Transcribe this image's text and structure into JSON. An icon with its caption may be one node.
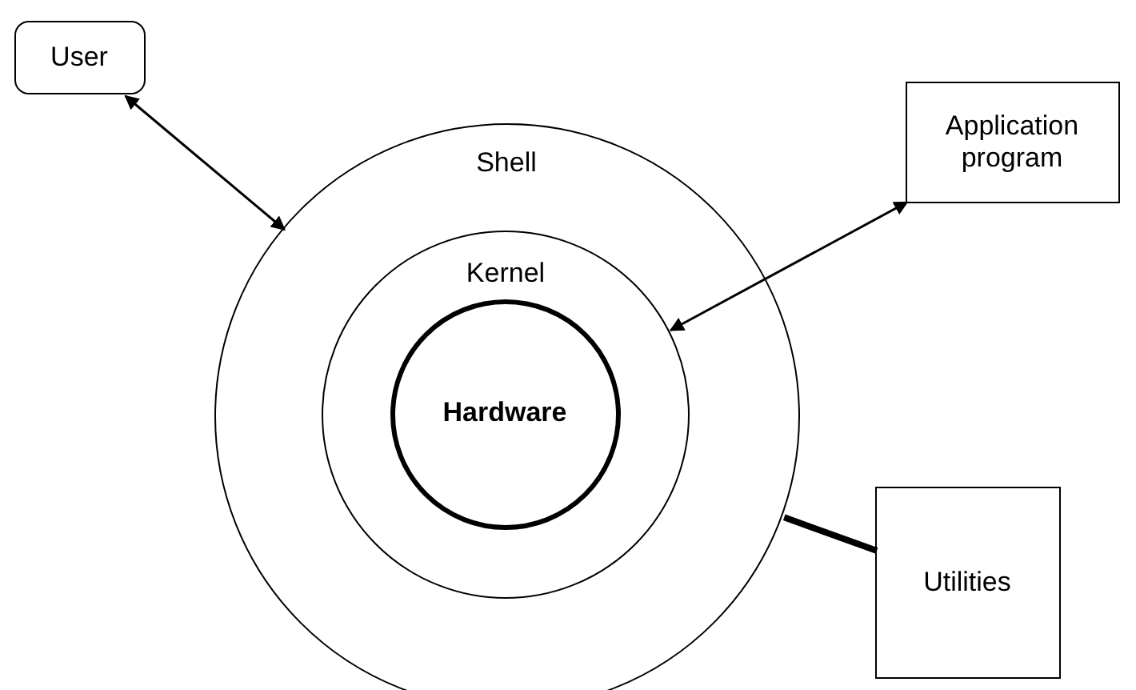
{
  "diagram": {
    "nodes": [
      {
        "text": [
          "User"
        ]
      },
      {
        "text": [
          "Shell"
        ]
      },
      {
        "text": [
          "Kernel"
        ],
        "in": 1
      },
      {
        "text": [
          "Hardware"
        ],
        "in": 2
      },
      {
        "text": [
          "Application program"
        ]
      },
      {
        "text": [
          "Utilities"
        ]
      }
    ],
    "edges": [
      {
        "from": 0,
        "to": 1,
        "arrow": "both"
      },
      {
        "from": 4,
        "to": 2,
        "arrow": "both"
      },
      {
        "from": 5,
        "to": 1,
        "arrow": "none",
        "style": "thick"
      }
    ]
  }
}
